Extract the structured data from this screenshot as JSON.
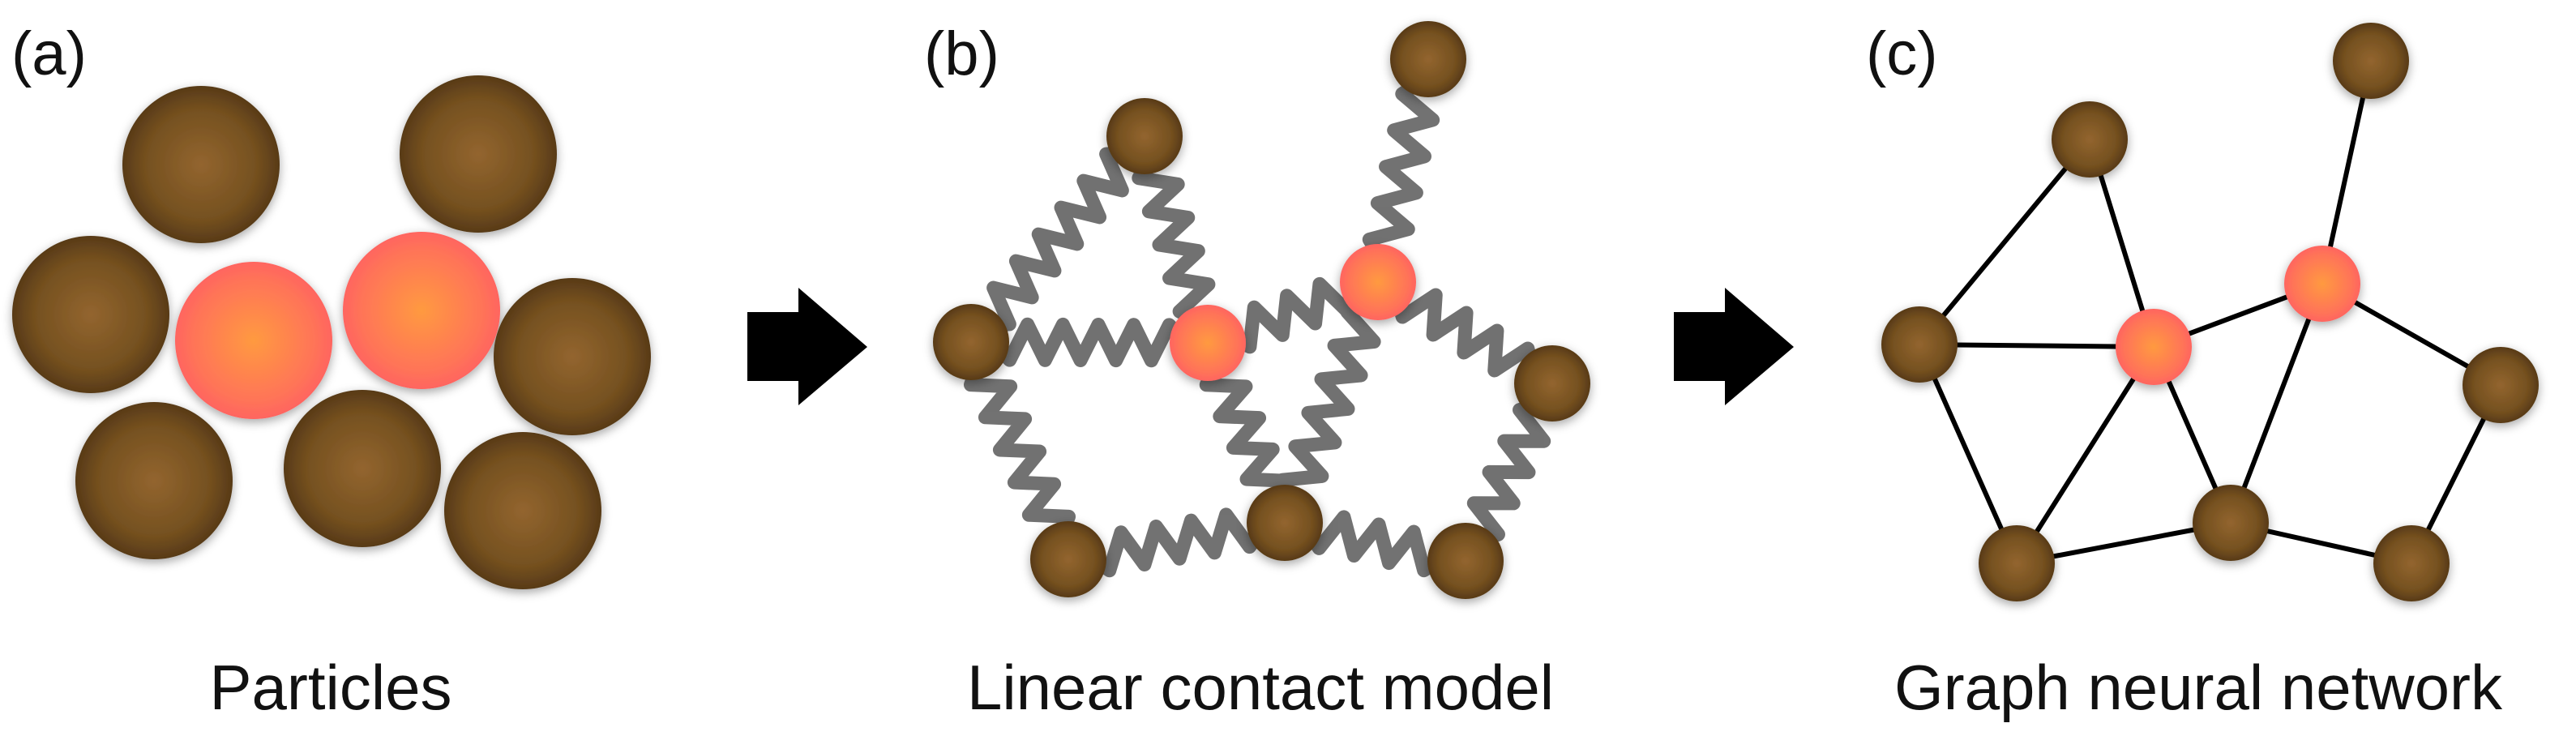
{
  "panels": [
    {
      "label": "(a)",
      "caption": "Particles"
    },
    {
      "label": "(b)",
      "caption": "Linear contact model"
    },
    {
      "label": "(c)",
      "caption": "Graph neural network"
    }
  ],
  "colors": {
    "particle": "#7a5128",
    "particle_center": "#93652f",
    "particle_edge": "#4e3215",
    "highlight": "#ff6a5c",
    "highlight_center": "#ff9a40",
    "spring": "#6a6a6a",
    "edge": "#000000",
    "arrow": "#000000"
  },
  "particle_count_per_panel": 9,
  "highlighted_particles": 2,
  "arrows": 2
}
